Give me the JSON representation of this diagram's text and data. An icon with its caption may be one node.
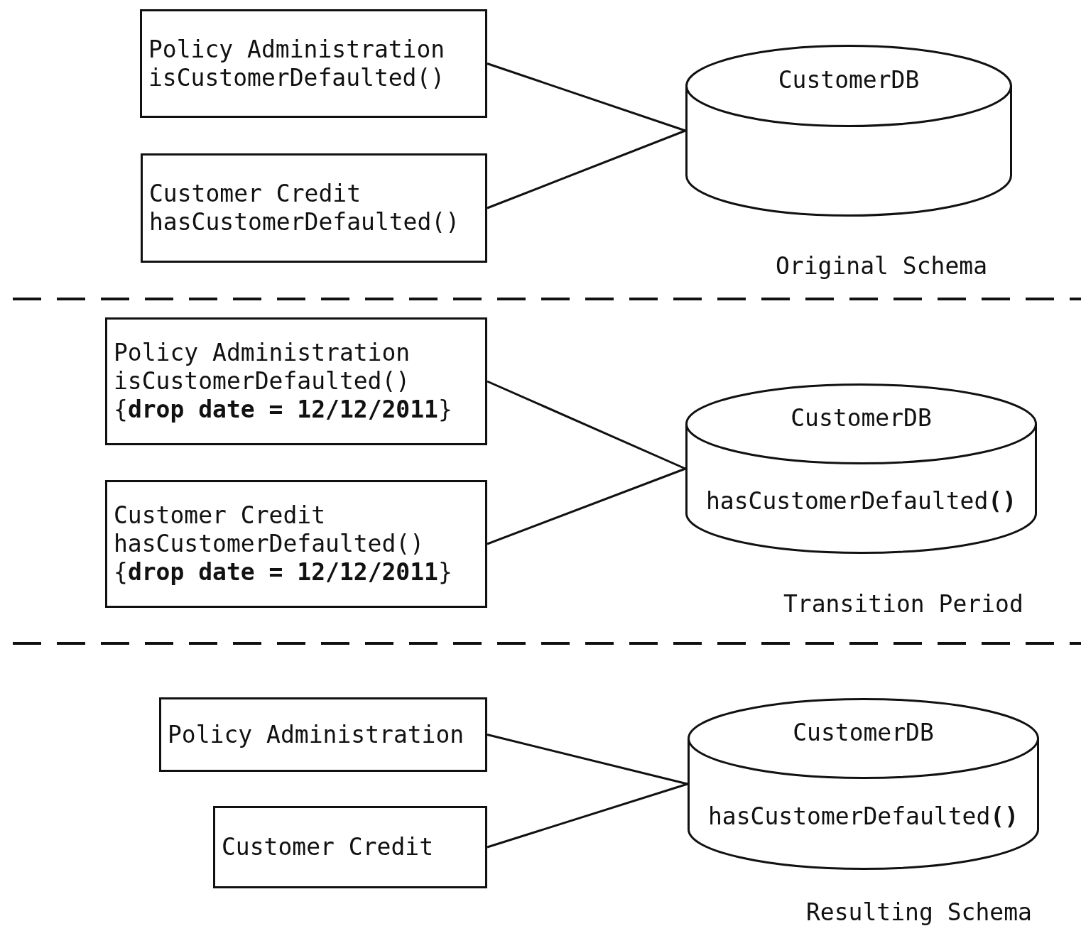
{
  "diagram": {
    "nodes": [
      {
        "text": [
          "Policy Administration",
          "isCustomerDefaulted()"
        ]
      },
      {
        "text": [
          "Customer Credit",
          "hasCustomerDefaulted()"
        ]
      },
      {
        "text": [
          "CustomerDB"
        ]
      },
      {
        "text": [
          "Policy Administration",
          "isCustomerDefaulted()",
          "{**drop date = 12/12/2011**}"
        ]
      },
      {
        "text": [
          "Customer Credit",
          "hasCustomerDefaulted()",
          "{**drop date = 12/12/2011**}"
        ]
      },
      {
        "text": [
          "CustomerDB",
          "hasCustomerDefaulted**()**"
        ]
      },
      {
        "text": [
          "Policy Administration"
        ]
      },
      {
        "text": [
          "Customer Credit"
        ]
      },
      {
        "text": [
          "CustomerDB",
          "hasCustomerDefaulted**()**"
        ]
      }
    ],
    "edges": [
      {
        "from": 0,
        "to": 2,
        "arrow": "none"
      },
      {
        "from": 1,
        "to": 2,
        "arrow": "none"
      },
      {
        "from": 3,
        "to": 5,
        "arrow": "none"
      },
      {
        "from": 4,
        "to": 5,
        "arrow": "none"
      },
      {
        "from": 6,
        "to": 8,
        "arrow": "none"
      },
      {
        "from": 7,
        "to": 8,
        "arrow": "none"
      }
    ],
    "labels": [
      "Original Schema",
      "Transition Period",
      "Resulting Schema"
    ]
  }
}
